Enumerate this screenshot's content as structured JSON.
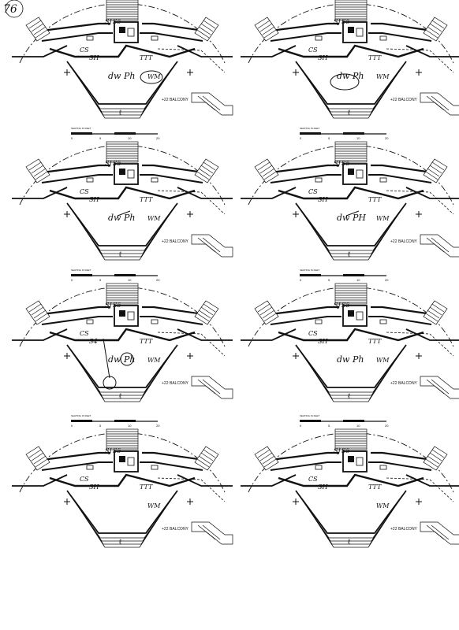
{
  "page": {
    "page_number": "76",
    "scale_label": "SEATING IN FEET",
    "scale_ticks": [
      "0",
      "5",
      "10",
      "20"
    ],
    "balcony_label": "BALCONY",
    "balcony_tag": "+22",
    "center_mark": "ℓ"
  },
  "panels": [
    {
      "id": "p1",
      "notes": [
        "SJ",
        "S5",
        "CS",
        "SH",
        "TTT",
        "dw",
        "Ph",
        "WM"
      ],
      "pen": "bold"
    },
    {
      "id": "p2",
      "notes": [
        "SJ",
        "S5",
        "CS",
        "SH",
        "TTT",
        "dw",
        "Ph",
        "WM"
      ],
      "pen": "loop"
    },
    {
      "id": "p3",
      "notes": [
        "SJ",
        "S5",
        "CS",
        "SH",
        "TTT",
        "dw",
        "Ph",
        "WM"
      ],
      "pen": "arrow"
    },
    {
      "id": "p4",
      "notes": [
        "SJ",
        "S5",
        "CS",
        "SH",
        "TTT",
        "dw",
        "PH",
        "WM"
      ],
      "pen": "arrow"
    },
    {
      "id": "p5",
      "notes": [
        "SJ",
        "S5",
        "CS",
        "S4",
        "TTT",
        "dw",
        "Ph",
        "WM"
      ],
      "pen": "circle"
    },
    {
      "id": "p6",
      "notes": [
        "SJ",
        "S5",
        "CS",
        "SH",
        "TTT",
        "dw",
        "Ph",
        "WM"
      ],
      "pen": "plain"
    },
    {
      "id": "p7",
      "notes": [
        "SJ",
        "S5",
        "CS",
        "SH",
        "TTT",
        "",
        "",
        "WM"
      ],
      "pen": "plain"
    },
    {
      "id": "p8",
      "notes": [
        "SJ",
        "S5",
        "CS",
        "SH",
        "TTT",
        "",
        "",
        "WM"
      ],
      "pen": "plain"
    }
  ]
}
